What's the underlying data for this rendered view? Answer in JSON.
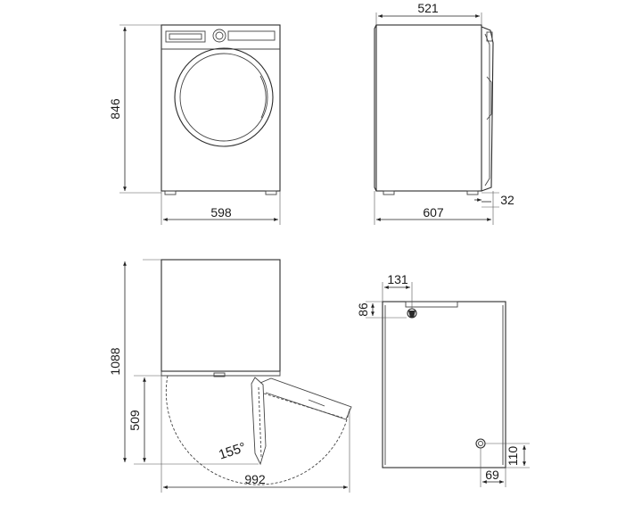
{
  "dimensions": {
    "front_height": "846",
    "front_width": "598",
    "side_depth": "521",
    "side_total_depth": "607",
    "side_offset": "32",
    "top_total_depth": "1088",
    "door_depth": "509",
    "top_total_width": "992",
    "door_angle": "155°",
    "hose_offset_x": "131",
    "hose_offset_y": "86",
    "drain_height": "110",
    "drain_offset": "69"
  },
  "colors": {
    "line": "#2b2b2b",
    "background": "#ffffff"
  }
}
